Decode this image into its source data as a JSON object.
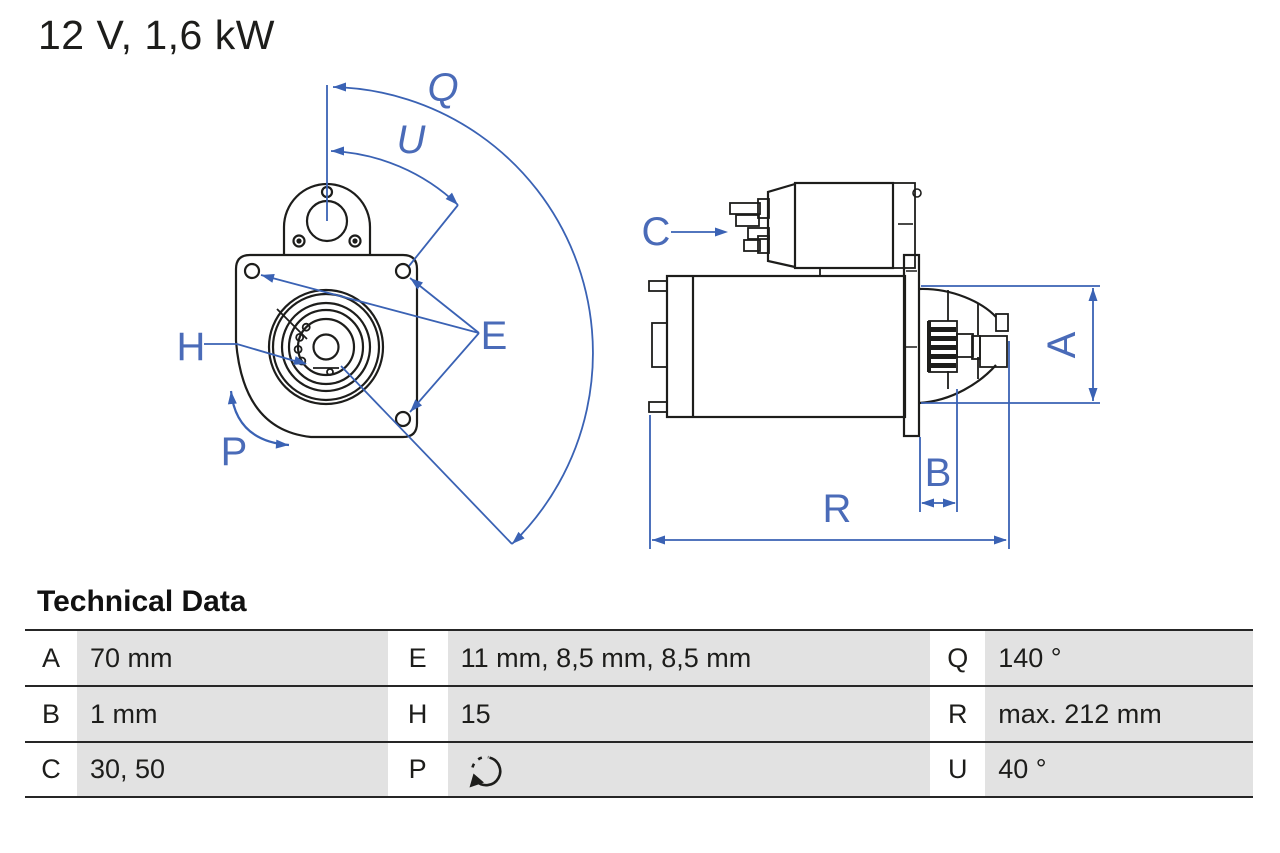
{
  "page": {
    "title": "12 V, 1,6 kW"
  },
  "table": {
    "heading": "Technical Data",
    "rows": [
      {
        "c0l": "A",
        "c0v": "70 mm",
        "c1l": "E",
        "c1v": "11 mm, 8,5 mm, 8,5 mm",
        "c2l": "Q",
        "c2v": "140 °"
      },
      {
        "c0l": "B",
        "c0v": "1 mm",
        "c1l": "H",
        "c1v": "15",
        "c2l": "R",
        "c2v": "max. 212 mm"
      },
      {
        "c0l": "C",
        "c0v": "30, 50",
        "c1l": "P",
        "c1v": "",
        "c2l": "U",
        "c2v": "40 °"
      }
    ],
    "p_cell_icon": "rotation-direction-icon"
  },
  "diagram": {
    "front_labels": {
      "Q": "Q",
      "U": "U",
      "E": "E",
      "H": "H",
      "P": "P"
    },
    "side_labels": {
      "C": "C",
      "A": "A",
      "B": "B",
      "R": "R"
    }
  },
  "colors": {
    "accent_blue": "#3a62b4",
    "drawing_line": "#1d1d1b",
    "cell_gray": "#e2e2e2"
  }
}
